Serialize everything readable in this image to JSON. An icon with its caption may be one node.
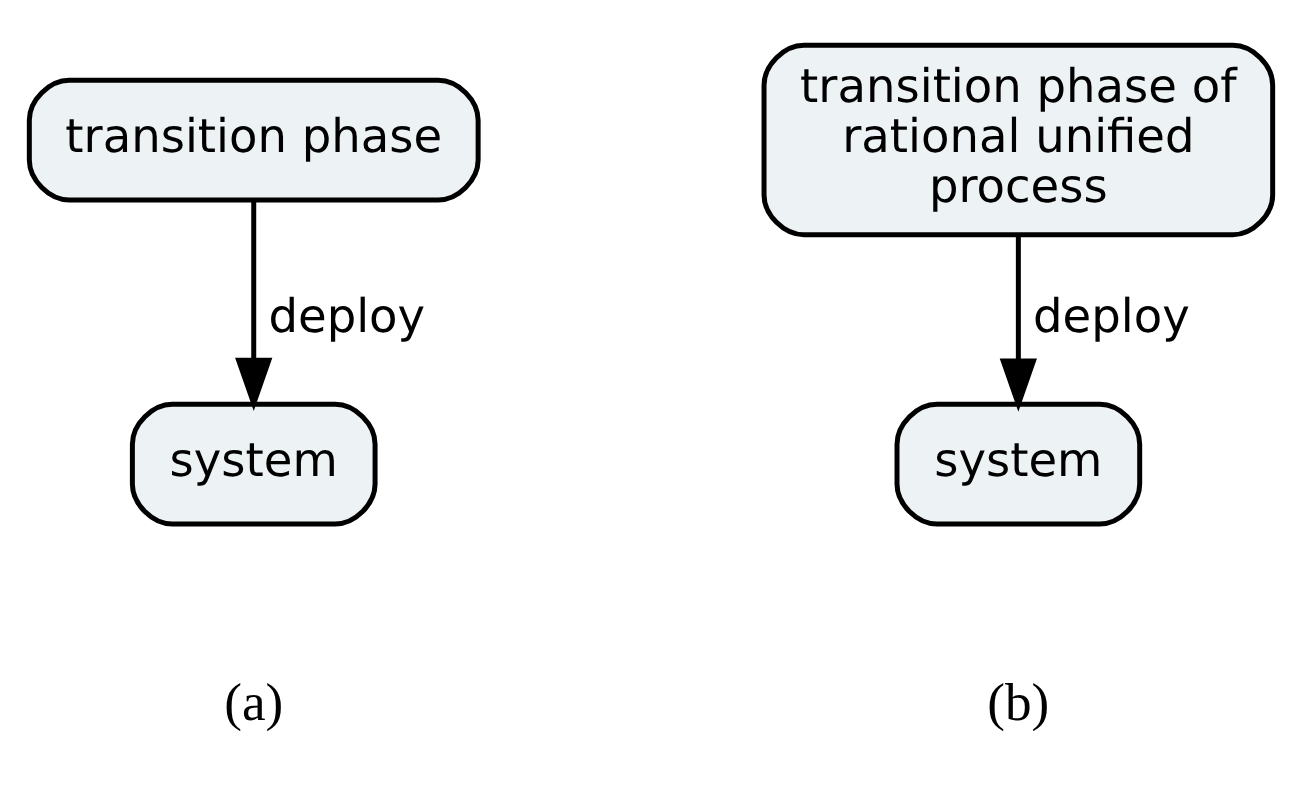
{
  "diagram": {
    "nodes": [
      {
        "text": [
          "transition phase"
        ]
      },
      {
        "text": [
          "system"
        ]
      },
      {
        "text": [
          "transition phase of rational unified process"
        ]
      },
      {
        "text": [
          "system"
        ]
      }
    ],
    "edges": [
      {
        "from": 0,
        "to": 1,
        "arrow": "to",
        "label": "deploy"
      },
      {
        "from": 2,
        "to": 3,
        "arrow": "to",
        "label": "deploy"
      }
    ],
    "labels": [
      "(a)",
      "(b)"
    ]
  }
}
